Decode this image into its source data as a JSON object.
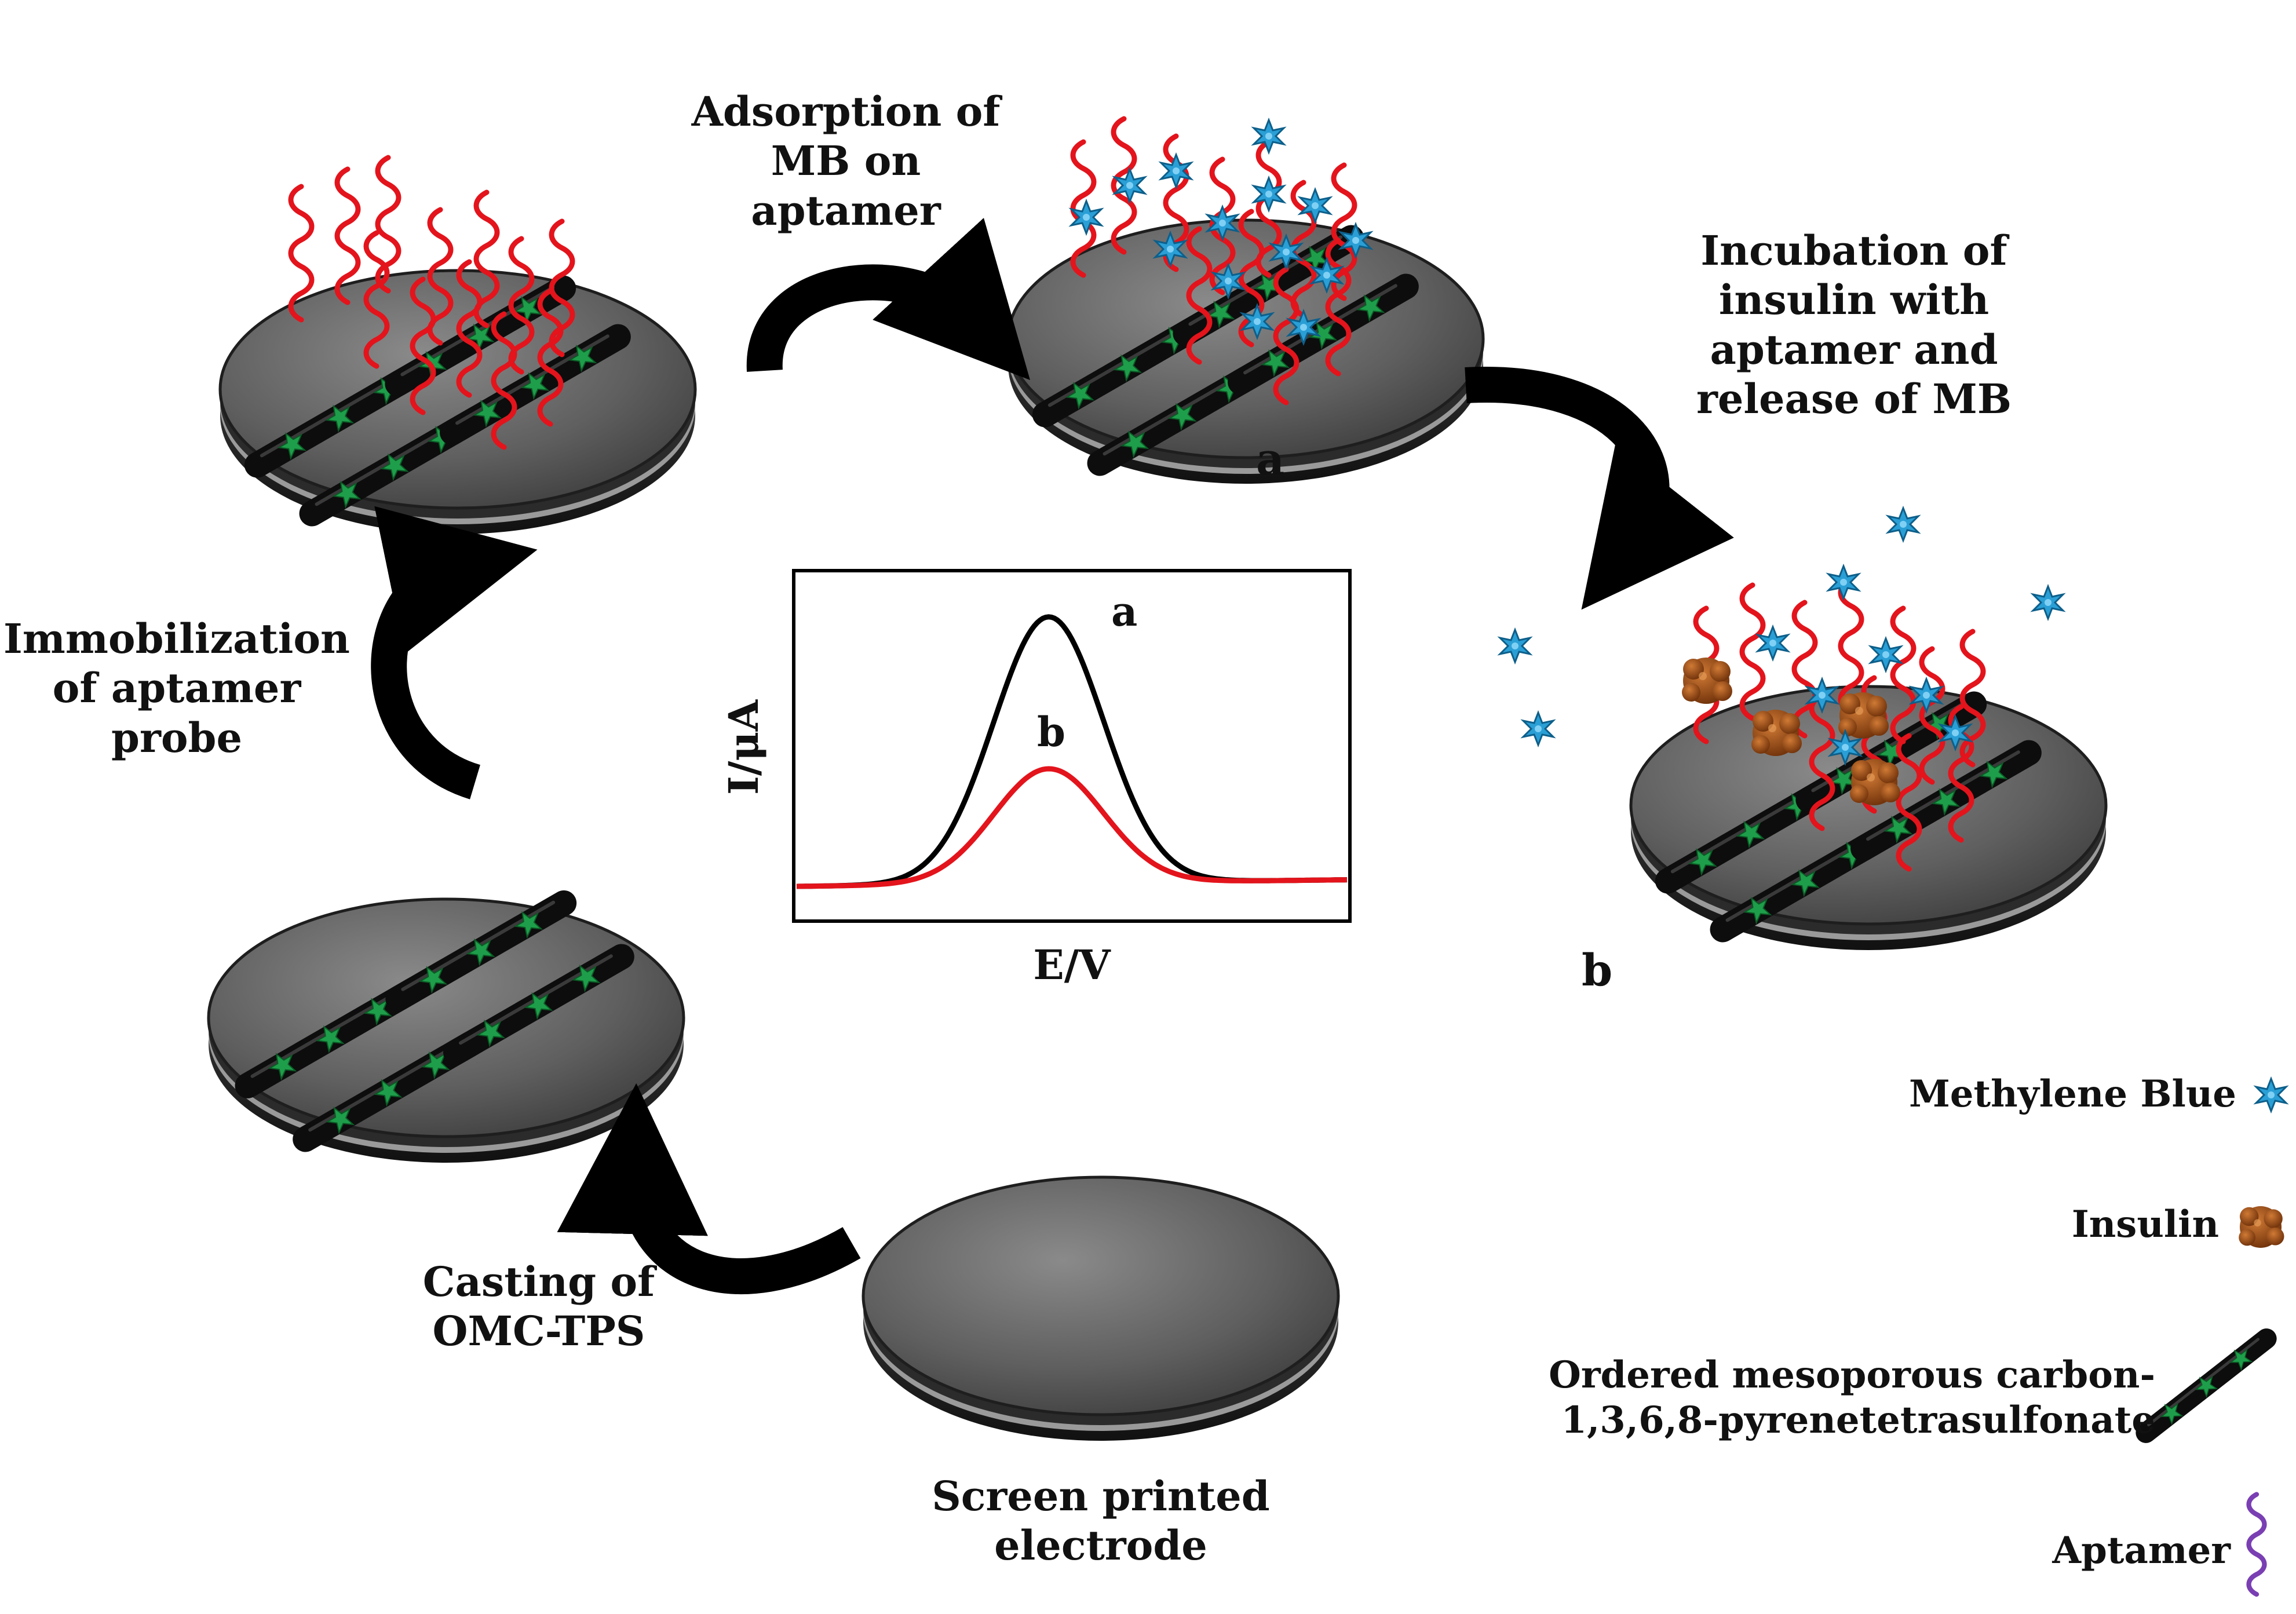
{
  "steps": {
    "adsorption": "Adsorption of\nMB on aptamer",
    "incubation": "Incubation of\ninsulin with\naptamer and\nrelease of MB",
    "immobilization": "Immobilization\nof aptamer\nprobe",
    "casting": "Casting of\nOMC-TPS",
    "electrode": "Screen printed\nelectrode"
  },
  "plate_labels": {
    "a": "a",
    "b": "b"
  },
  "chart": {
    "ylabel": "I/μA",
    "xlabel": "E/V",
    "curve_a_label": "a",
    "curve_b_label": "b"
  },
  "chart_data": {
    "type": "line",
    "xlabel": "E/V",
    "ylabel": "I/μA",
    "series": [
      {
        "name": "a",
        "color": "#000000",
        "peak_rel": 1.0
      },
      {
        "name": "b",
        "color": "#e3141c",
        "peak_rel": 0.43
      }
    ]
  },
  "legend": {
    "methylene_blue": "Methylene Blue",
    "insulin": "Insulin",
    "omc": "Ordered mesoporous carbon-\n1,3,6,8-pyrenetetrasulfonate",
    "aptamer": "Aptamer"
  },
  "colors": {
    "plate": "#5c5c5c",
    "aptamer": "#e3141c",
    "mb": "#2a9fd6",
    "insulin": "#9a4a16",
    "star": "#1e9e4a"
  },
  "icons": {
    "mb": "methylene-blue-icon",
    "insulin": "insulin-icon",
    "omc": "omc-rod-icon",
    "aptamer": "aptamer-icon"
  }
}
